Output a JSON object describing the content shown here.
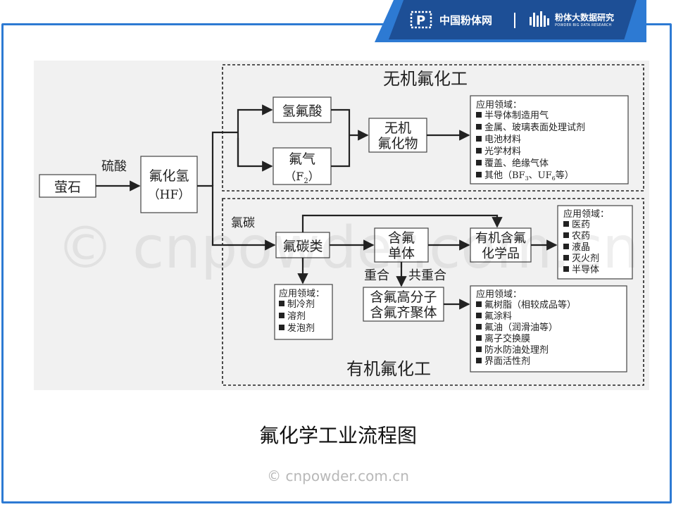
{
  "brand": {
    "site": "中国粉体网",
    "research": "粉体大数据研究",
    "research_sub": "POWDER BIG DATA RESEARCH"
  },
  "diagram": {
    "nodes": {
      "fluorite": "萤石",
      "hf_line1": "氟化氢",
      "hf_line2": "（HF）",
      "hydrofluoric_acid": "氢氟酸",
      "fluorine_gas_line1": "氟气",
      "fluorine_gas_line2": "（F",
      "fluorine_gas_sub": "2",
      "fluorine_gas_line2_end": "）",
      "inorganic_fluoride_line1": "无机",
      "inorganic_fluoride_line2": "氟化物",
      "fluorocarbons": "氟碳类",
      "fluoro_monomer_line1": "含氟",
      "fluoro_monomer_line2": "单体",
      "organic_fluoro_chem_line1": "有机含氟",
      "organic_fluoro_chem_line2": "化学品",
      "fluoropolymer_line1": "含氟高分子",
      "fluoropolymer_line2": "含氟齐聚体"
    },
    "labels": {
      "sulfuric_acid": "硫酸",
      "chlorocarbon": "氯碳",
      "polymerization": "重合",
      "copolymerization": "共重合"
    },
    "groups": {
      "inorganic": "无机氟化工",
      "organic": "有机氟化工"
    },
    "applications": {
      "inorganic": {
        "title": "应用领域：",
        "items": [
          "半导体制造用气",
          "金属、玻璃表面处理试剂",
          "电池材料",
          "光学材料",
          "覆盖、绝缘气体"
        ],
        "last_prefix": "其他（BF",
        "last_sub1": "3",
        "last_mid": "、UF",
        "last_sub2": "6",
        "last_suffix": "等）"
      },
      "organic_chem": {
        "title": "应用领域：",
        "items": [
          "医药",
          "农药",
          "液晶",
          "灭火剂",
          "半导体"
        ]
      },
      "fluorocarbon": {
        "title": "应用领域：",
        "items": [
          "制冷剂",
          "溶剂",
          "发泡剂"
        ]
      },
      "polymer": {
        "title": "应用领域：",
        "items": [
          "氟树脂（相较成品等）",
          "氟涂料",
          "氟油（润滑油等）",
          "离子交换膜",
          "防水防油处理剂",
          "界面活性剂"
        ]
      }
    }
  },
  "caption": "氟化学工业流程图",
  "copyright": "© cnpowder.com.cn",
  "watermark": "© cnpowder.com.cn"
}
